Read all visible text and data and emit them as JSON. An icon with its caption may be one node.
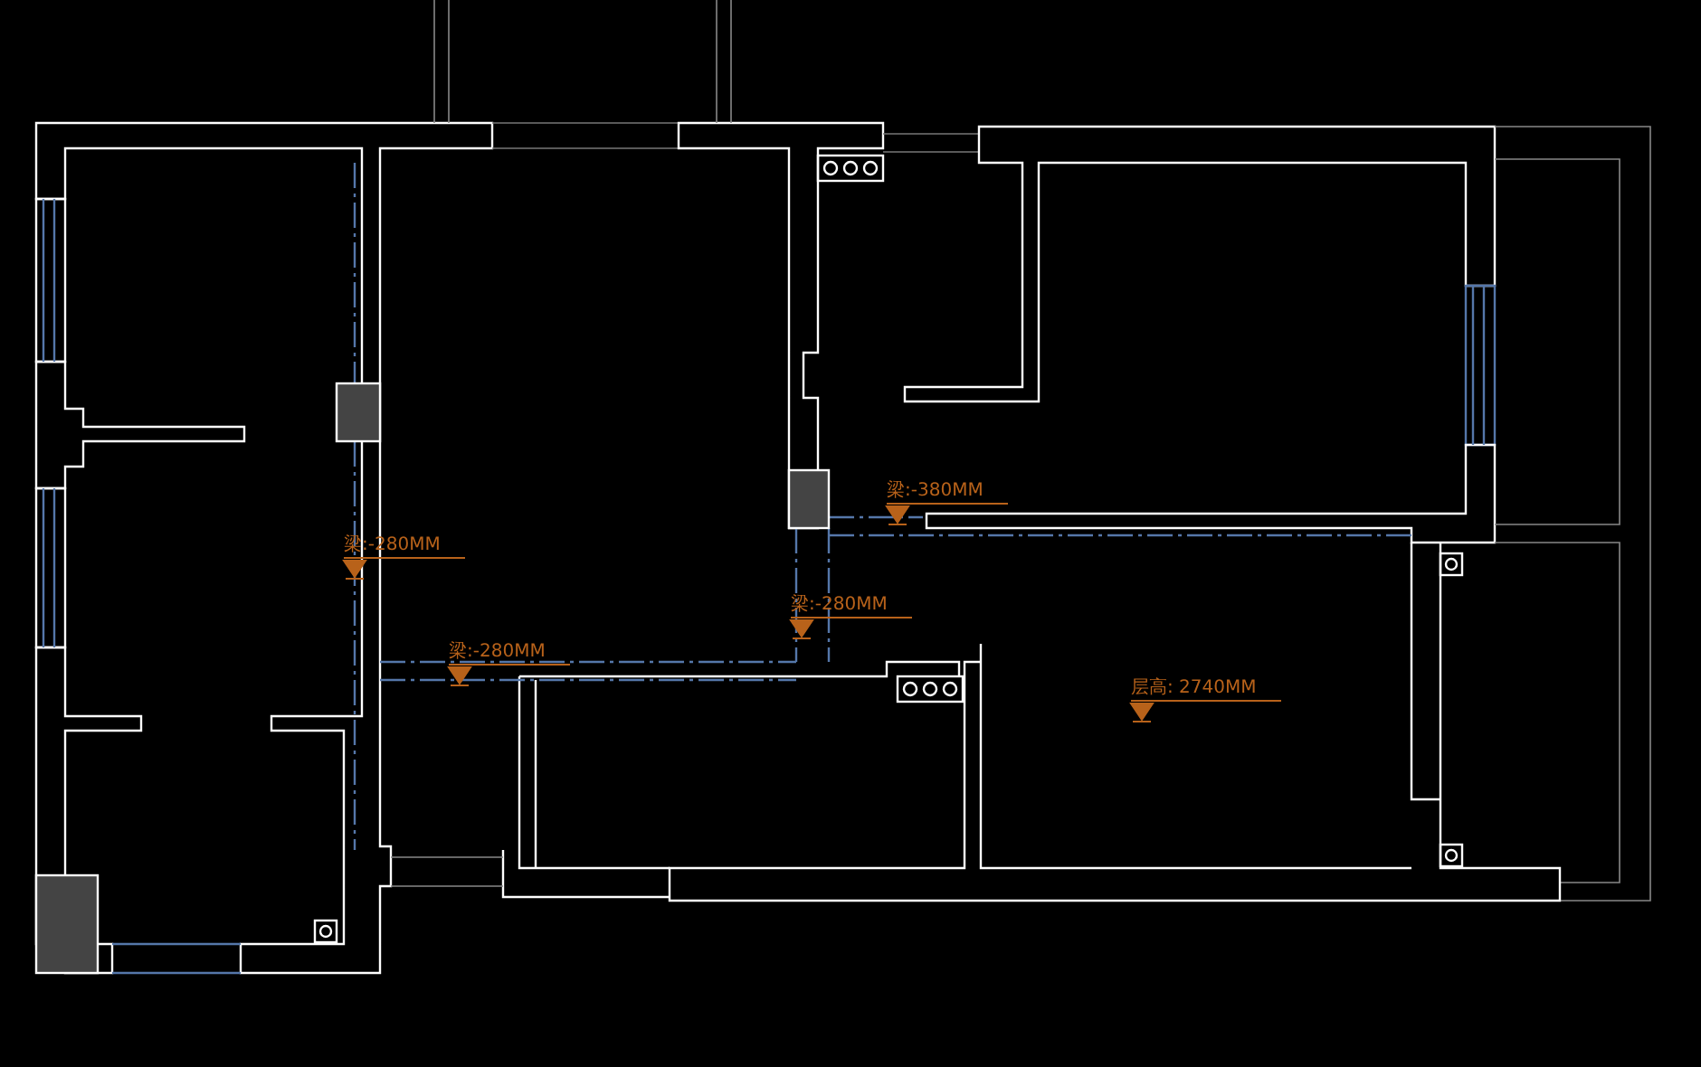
{
  "diagram": {
    "labels": [
      "梁:-380MM",
      "梁:-280MM",
      "梁:-280MM",
      "梁:-280MM",
      "层高: 2740MM"
    ]
  }
}
